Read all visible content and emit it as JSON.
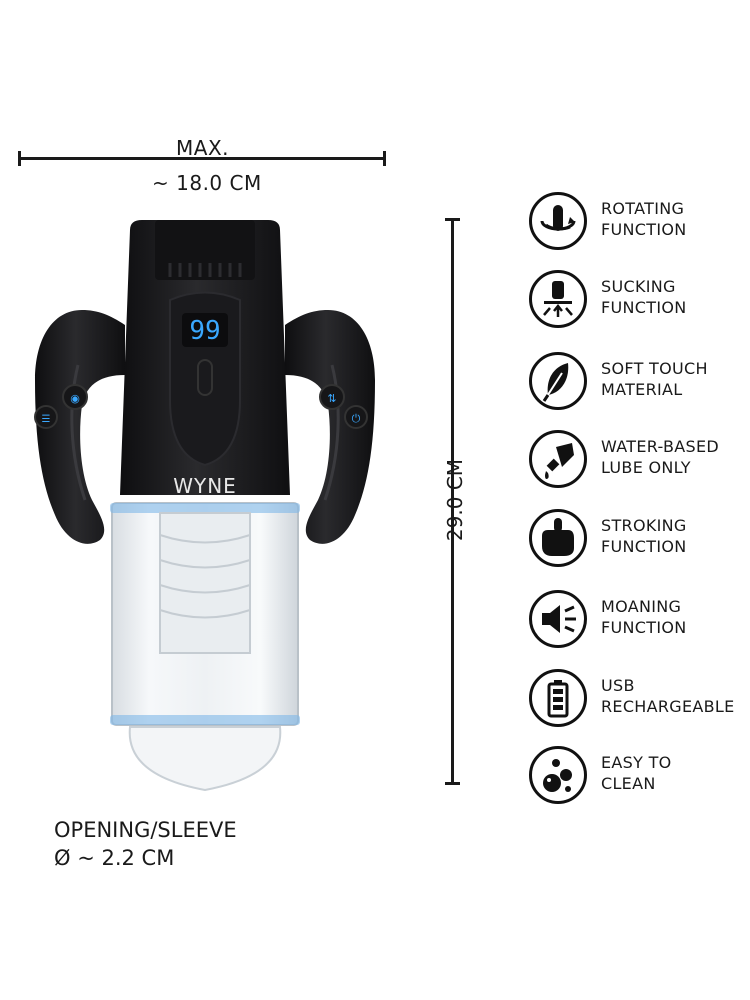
{
  "dimensions": {
    "width_prefix": "MAX.",
    "width_value": "~ 18.0 CM",
    "height_value": "29.0 CM",
    "opening_line1": "OPENING/SLEEVE",
    "opening_line2": "Ø ~ 2.2 CM"
  },
  "product": {
    "brand": "WYNE",
    "display_value": "99"
  },
  "features": [
    {
      "label": "ROTATING\nFUNCTION",
      "icon": "rotating-icon"
    },
    {
      "label": "SUCKING\nFUNCTION",
      "icon": "sucking-icon"
    },
    {
      "label": "SOFT TOUCH\nMATERIAL",
      "icon": "feather-icon"
    },
    {
      "label": "WATER-BASED\nLUBE ONLY",
      "icon": "lube-tube-icon"
    },
    {
      "label": "STROKING\nFUNCTION",
      "icon": "fist-icon"
    },
    {
      "label": "MOANING\nFUNCTION",
      "icon": "speaker-icon"
    },
    {
      "label": "USB\nRECHARGEABLE",
      "icon": "battery-icon"
    },
    {
      "label": "EASY TO\nCLEAN",
      "icon": "bubbles-icon"
    }
  ],
  "colors": {
    "ink": "#1a1a1a",
    "device_body": "#1c1c1e",
    "display_blue": "#3aa8ff"
  }
}
